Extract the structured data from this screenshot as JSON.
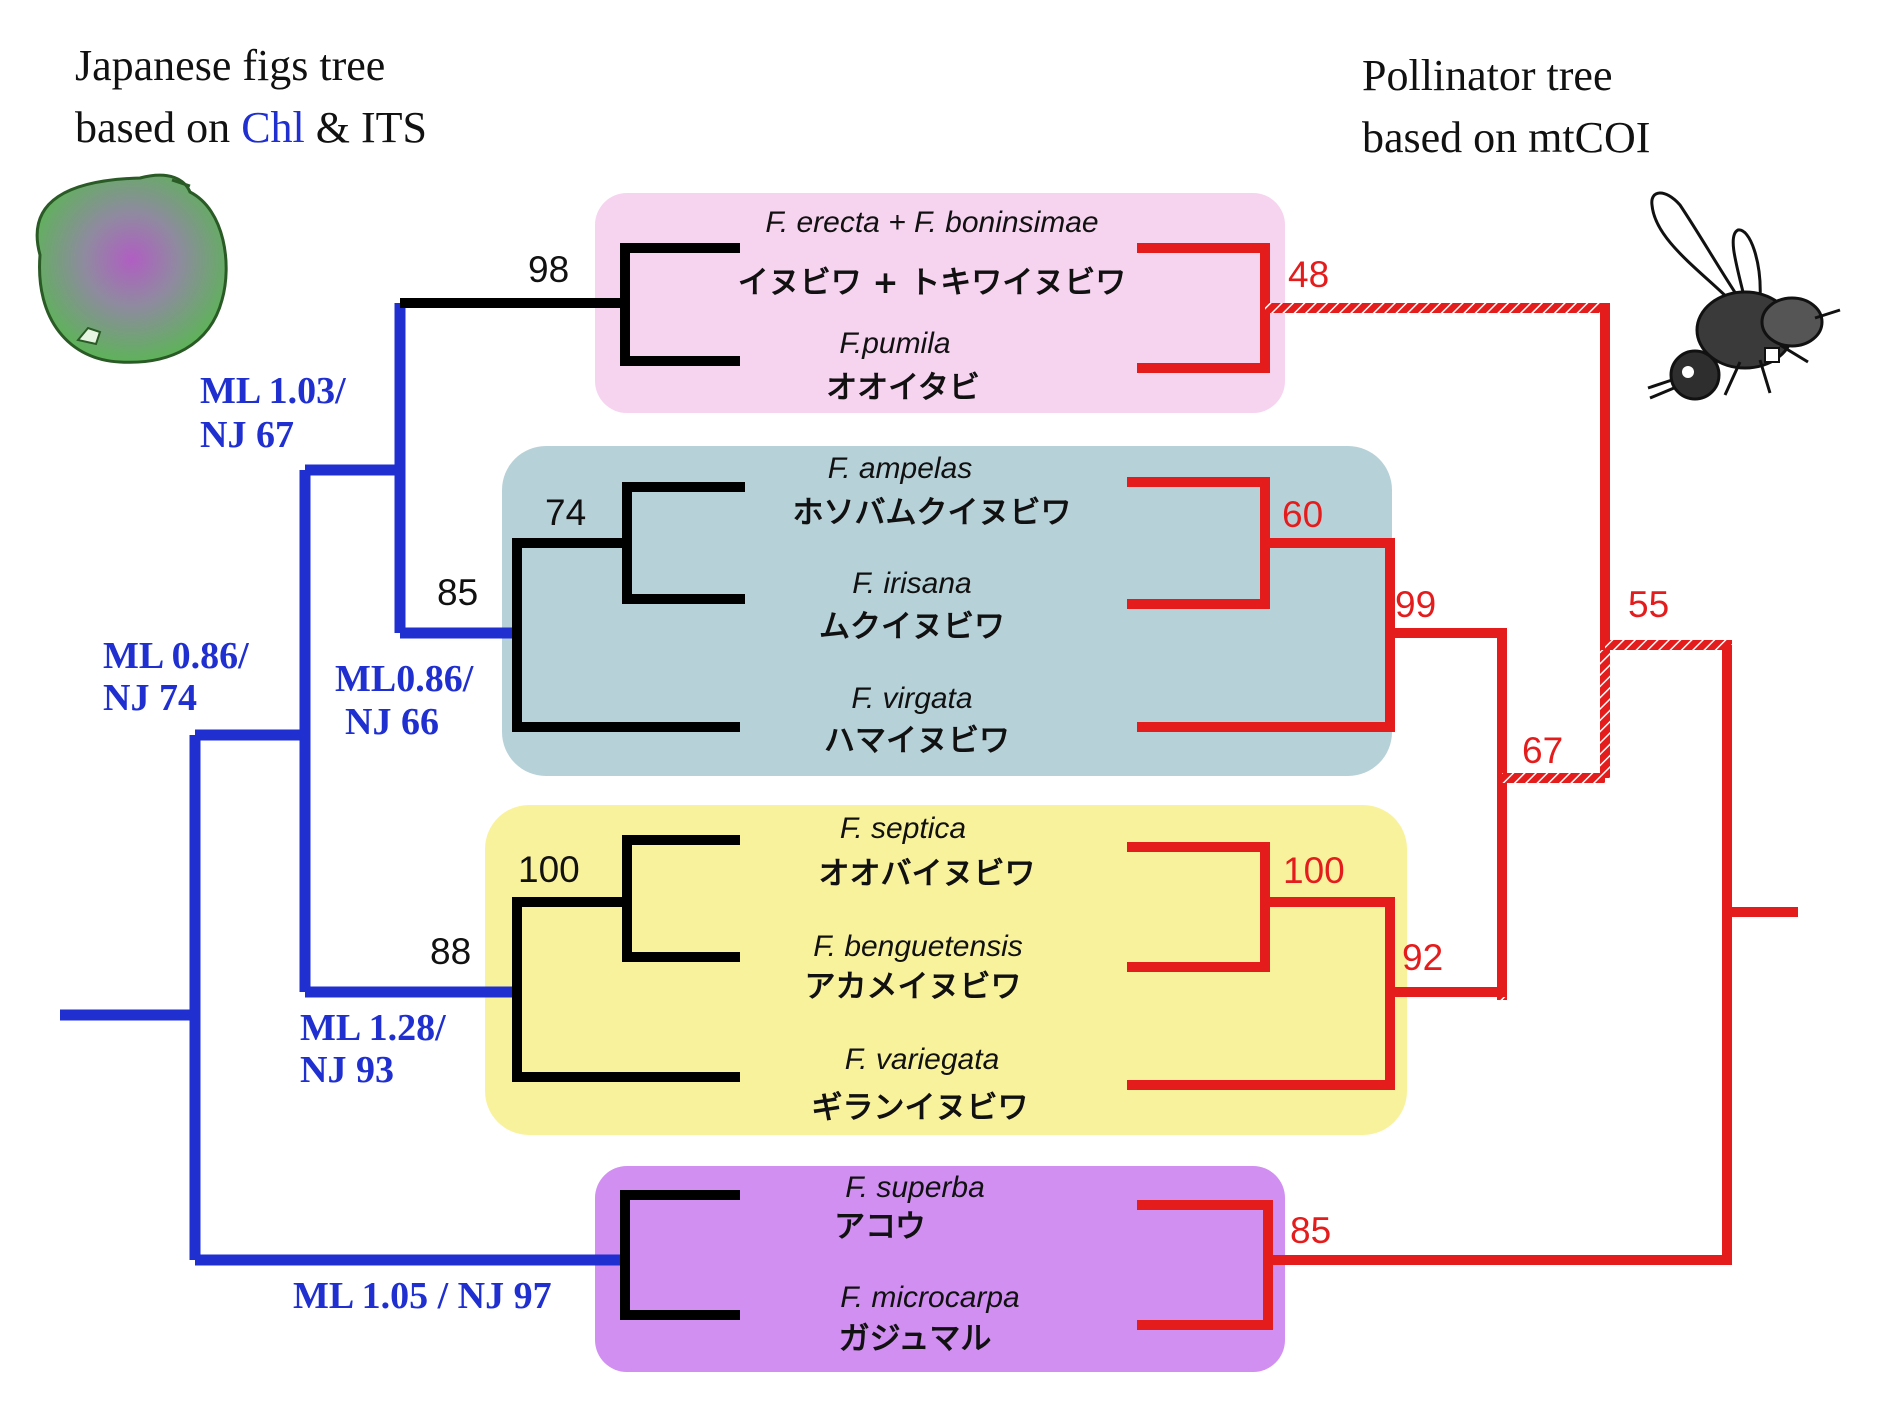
{
  "titles": {
    "left_line1": "Japanese figs tree",
    "left_line2_a": "based on ",
    "left_line2_accent": "Chl",
    "left_line2_b": " & ITS",
    "right_line1": "Pollinator tree",
    "right_line2": "based on mtCOI"
  },
  "colors": {
    "fig_tree_backbone": "#1f2fd0",
    "fig_tree_tips": "#000000",
    "pollinator_tree": "#e51c1c",
    "group_pink": "#f6d3ef",
    "group_blue": "#b7d1d8",
    "group_yellow": "#f9f29d",
    "group_purple": "#d08ff1"
  },
  "icons": {
    "fig": "fig-fruit-icon",
    "wasp": "fig-wasp-icon"
  },
  "groups": [
    {
      "taxa": [
        {
          "sci": "F. erecta + F. boninsimae",
          "jp": "イヌビワ + トキワイヌビワ"
        },
        {
          "sci": "F.pumila",
          "jp": "オオイタビ"
        }
      ]
    },
    {
      "taxa": [
        {
          "sci": "F. ampelas",
          "jp": "ホソバムクイヌビワ"
        },
        {
          "sci": "F. irisana",
          "jp": "ムクイヌビワ"
        },
        {
          "sci": "F. virgata",
          "jp": "ハマイヌビワ"
        }
      ]
    },
    {
      "taxa": [
        {
          "sci": "F. septica",
          "jp": "オオバイヌビワ"
        },
        {
          "sci": "F. benguetensis",
          "jp": "アカメイヌビワ"
        },
        {
          "sci": "F. variegata",
          "jp": "ギランイヌビワ"
        }
      ]
    },
    {
      "taxa": [
        {
          "sci": "F. superba",
          "jp": "アコウ"
        },
        {
          "sci": "F. microcarpa",
          "jp": "ガジュマル"
        }
      ]
    }
  ],
  "fig_support": {
    "pink_clade": "98",
    "blue_inner": "74",
    "blue_clade": "85",
    "yellow_inner": "100",
    "yellow_clade": "88",
    "node_pink_blue_1": "ML 1.03/",
    "node_pink_blue_2": "NJ 67",
    "node_blue_2": "ML0.86/",
    "node_blue_2b": "NJ 66",
    "node_root_1": "ML 0.86/",
    "node_root_2": "NJ 74",
    "node_yellow_1": "ML 1.28/",
    "node_yellow_2": "NJ 93",
    "node_purple": "ML 1.05 / NJ 97"
  },
  "pollinator_support": {
    "pink": "48",
    "blue_inner": "60",
    "blue_clade": "99",
    "blue_yellow": "67",
    "yellow_inner": "100",
    "yellow_clade": "92",
    "deep": "55",
    "purple": "85"
  }
}
